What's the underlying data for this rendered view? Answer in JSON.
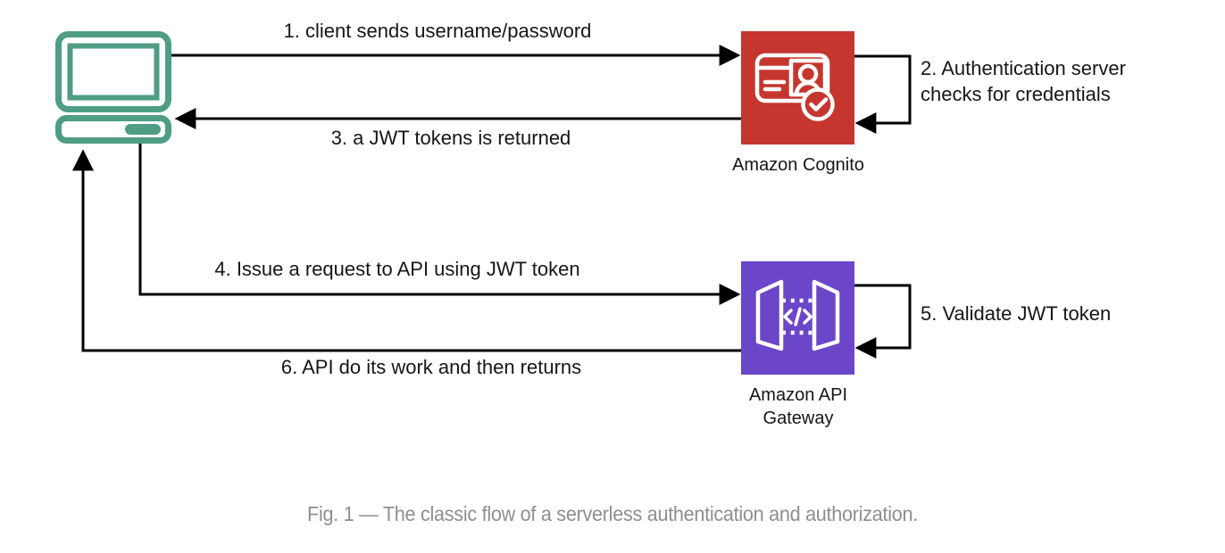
{
  "figure": {
    "caption": "Fig. 1 — The classic flow of a serverless authentication and authorization."
  },
  "nodes": {
    "client": {
      "icon": "computer-icon",
      "color": "#4E9D84"
    },
    "cognito": {
      "label": "Amazon Cognito",
      "icon": "amazon-cognito-icon",
      "color": "#C5362F"
    },
    "api_gateway": {
      "label_line1": "Amazon API",
      "label_line2": "Gateway",
      "icon": "amazon-api-gateway-icon",
      "color": "#6B46C8"
    }
  },
  "steps": {
    "s1": {
      "label": "1. client sends username/password",
      "from": "client",
      "to": "cognito"
    },
    "s2": {
      "line1": "2. Authentication server",
      "line2": "checks for credentials",
      "from": "cognito",
      "to": "cognito"
    },
    "s3": {
      "label": "3. a JWT tokens is returned",
      "from": "cognito",
      "to": "client"
    },
    "s4": {
      "label": "4. Issue a request to API using JWT token",
      "from": "client",
      "to": "api_gateway"
    },
    "s5": {
      "label": "5. Validate JWT token",
      "from": "api_gateway",
      "to": "api_gateway"
    },
    "s6": {
      "label": "6. API do its work and then returns",
      "from": "api_gateway",
      "to": "client"
    }
  },
  "colors": {
    "client_teal": "#4E9D84",
    "cognito_red": "#C5362F",
    "api_gateway_purple": "#6B46C8",
    "arrow_black": "#000000",
    "caption_gray": "#8E8E8E"
  }
}
